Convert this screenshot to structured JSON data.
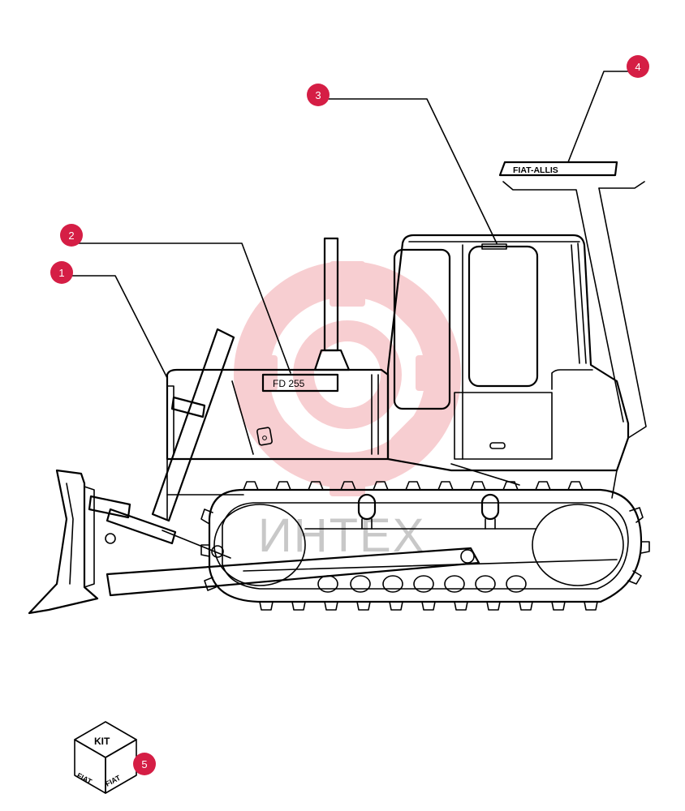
{
  "callouts": [
    {
      "label": "1"
    },
    {
      "label": "2"
    },
    {
      "label": "3"
    },
    {
      "label": "4"
    },
    {
      "label": "5"
    }
  ],
  "decals": {
    "model_plate": "FD 255",
    "brand_plate": "FIAT-ALLIS"
  },
  "kit": {
    "label": "KIT",
    "side_text": "FIAT"
  },
  "watermark": {
    "text": "ИНТЕХ"
  },
  "colors": {
    "callout": "#d51e45",
    "watermark_gear": "#f6c3c6",
    "watermark_text": "#c8c8c8",
    "line": "#000000"
  }
}
